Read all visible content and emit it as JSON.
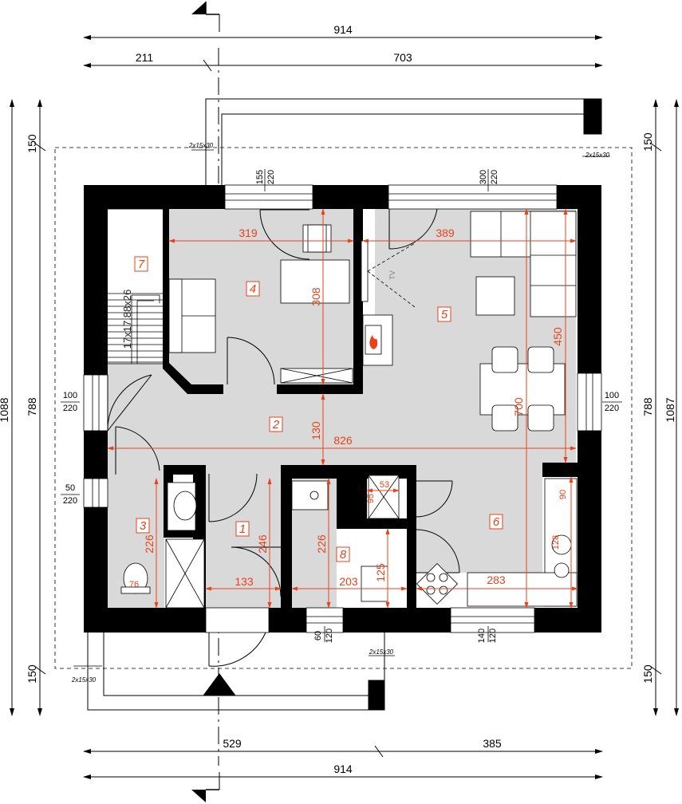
{
  "dimensions": {
    "top_total": "914",
    "top_left": "211",
    "top_right": "703",
    "bottom_left": "529",
    "bottom_right": "385",
    "bottom_total": "914",
    "left_total": "1088",
    "left_top": "150",
    "left_mid": "788",
    "left_bottom": "150",
    "right_total": "1087",
    "right_top": "150",
    "right_mid": "788",
    "right_bottom": "150"
  },
  "openings": {
    "top_window_1_w": "155",
    "top_window_1_h": "220",
    "top_window_2_w": "300",
    "top_window_2_h": "220",
    "left_door_w": "100",
    "left_door_h": "220",
    "left_window_w": "50",
    "left_window_h": "220",
    "right_window_w": "100",
    "right_window_h": "220",
    "bottom_window_1_w": "60",
    "bottom_window_1_h": "120",
    "bottom_window_2_w": "140",
    "bottom_window_2_h": "120"
  },
  "vents": {
    "v1": "2x15x30",
    "v2": "2x15x30",
    "v3": "2x15x30",
    "v4": "2x15x30"
  },
  "rooms": {
    "r1": "1",
    "r2": "2",
    "r3": "3",
    "r4": "4",
    "r5": "5",
    "r6": "6",
    "r7": "7",
    "r8": "8"
  },
  "inner_dims": {
    "d319": "319",
    "d389": "389",
    "d308": "308",
    "d450": "450",
    "d700": "700",
    "d130": "130",
    "d826": "826",
    "d226a": "226",
    "d246": "246",
    "d226b": "226",
    "d133": "133",
    "d203": "203",
    "d125": "125",
    "d283": "283",
    "d53": "53",
    "d95": "95",
    "d76": "76",
    "d128": "128",
    "d90": "90"
  },
  "labels": {
    "stairs": "17x17,88x26",
    "tv": "TV"
  }
}
